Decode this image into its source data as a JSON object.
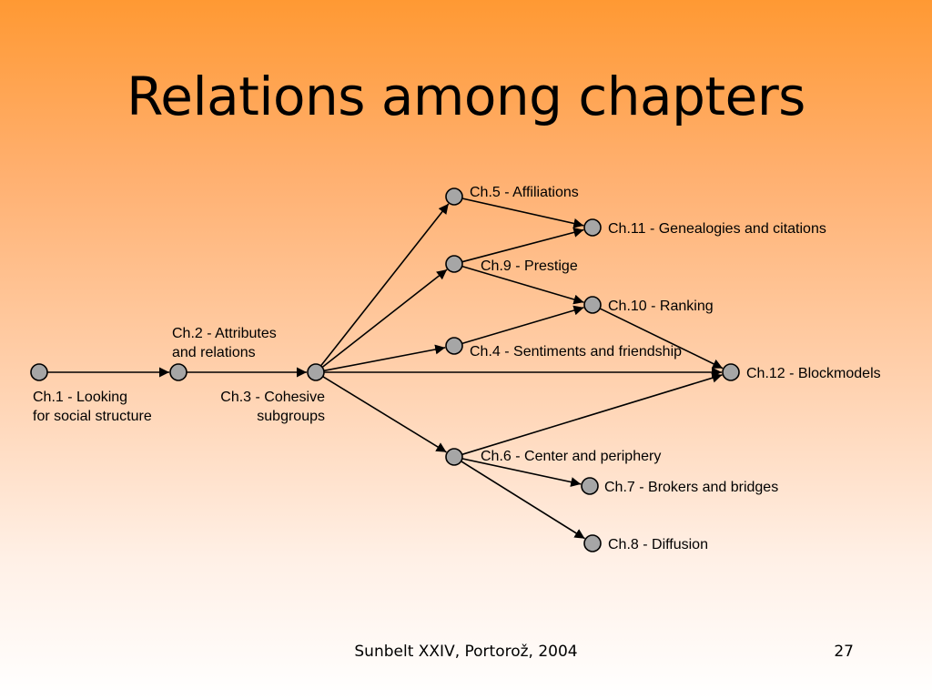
{
  "slide": {
    "title": "Relations among chapters",
    "footer": "Sunbelt XXIV, Portorož, 2004",
    "page_number": "27"
  },
  "colors": {
    "node_fill": "#a6a6a6",
    "node_stroke": "#000000",
    "edge": "#000000"
  },
  "nodes": [
    {
      "id": "ch1",
      "label_lines": [
        "Ch.1 - Looking",
        "for social structure"
      ]
    },
    {
      "id": "ch2",
      "label_lines": [
        "Ch.2 - Attributes",
        "and relations"
      ]
    },
    {
      "id": "ch3",
      "label_lines": [
        "Ch.3 - Cohesive",
        "subgroups"
      ]
    },
    {
      "id": "ch4",
      "label_lines": [
        "Ch.4 - Sentiments and friendship"
      ]
    },
    {
      "id": "ch5",
      "label_lines": [
        "Ch.5 - Affiliations"
      ]
    },
    {
      "id": "ch6",
      "label_lines": [
        "Ch.6 - Center and periphery"
      ]
    },
    {
      "id": "ch7",
      "label_lines": [
        "Ch.7 - Brokers and bridges"
      ]
    },
    {
      "id": "ch8",
      "label_lines": [
        "Ch.8 - Diffusion"
      ]
    },
    {
      "id": "ch9",
      "label_lines": [
        "Ch.9 - Prestige"
      ]
    },
    {
      "id": "ch10",
      "label_lines": [
        "Ch.10 - Ranking"
      ]
    },
    {
      "id": "ch11",
      "label_lines": [
        "Ch.11 - Genealogies and citations"
      ]
    },
    {
      "id": "ch12",
      "label_lines": [
        "Ch.12 - Blockmodels"
      ]
    }
  ],
  "edges": [
    {
      "from": "ch1",
      "to": "ch2"
    },
    {
      "from": "ch2",
      "to": "ch3"
    },
    {
      "from": "ch3",
      "to": "ch5"
    },
    {
      "from": "ch3",
      "to": "ch9"
    },
    {
      "from": "ch3",
      "to": "ch4"
    },
    {
      "from": "ch3",
      "to": "ch12"
    },
    {
      "from": "ch3",
      "to": "ch6"
    },
    {
      "from": "ch5",
      "to": "ch11"
    },
    {
      "from": "ch9",
      "to": "ch11"
    },
    {
      "from": "ch9",
      "to": "ch10"
    },
    {
      "from": "ch4",
      "to": "ch10"
    },
    {
      "from": "ch10",
      "to": "ch12"
    },
    {
      "from": "ch6",
      "to": "ch12"
    },
    {
      "from": "ch6",
      "to": "ch7"
    },
    {
      "from": "ch6",
      "to": "ch8"
    }
  ]
}
